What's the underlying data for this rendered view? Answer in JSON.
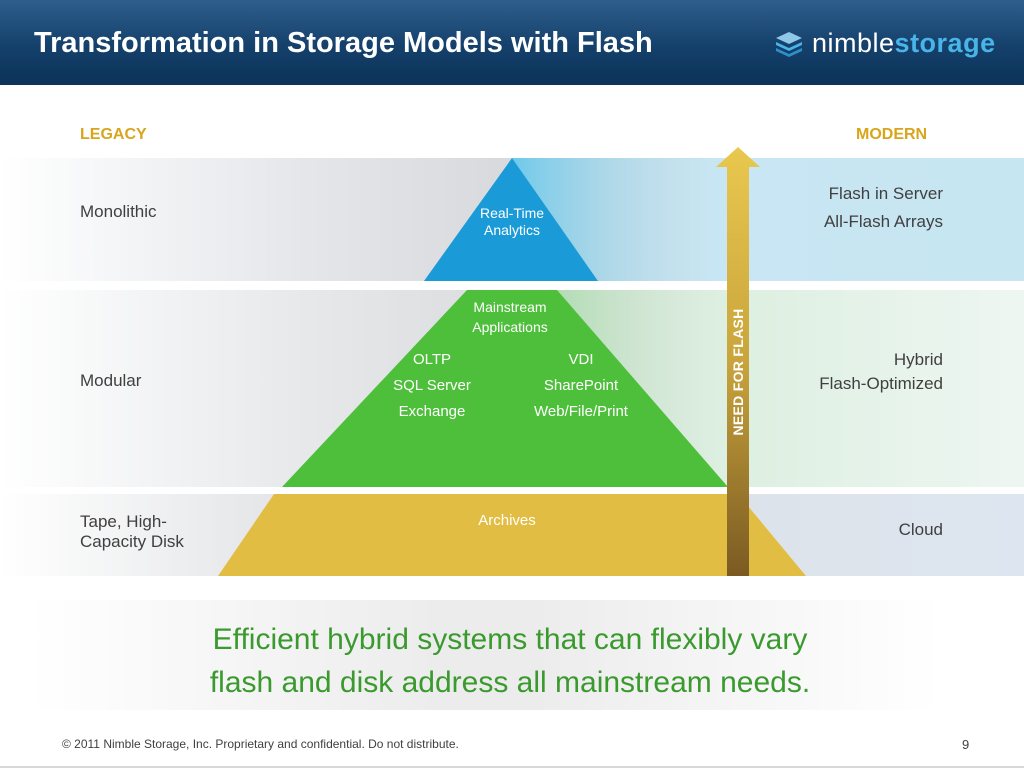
{
  "header": {
    "title": "Transformation in Storage Models with Flash",
    "logo_light": "nimble",
    "logo_strong": "storage"
  },
  "columns": {
    "left": "LEGACY",
    "right": "MODERN"
  },
  "rows": [
    {
      "left": [
        "Monolithic"
      ],
      "right": [
        "Flash in Server",
        "All-Flash Arrays"
      ]
    },
    {
      "left": [
        "Modular"
      ],
      "right": [
        "Hybrid",
        "Flash-Optimized"
      ]
    },
    {
      "left": [
        "Tape, High-",
        "Capacity Disk"
      ],
      "right": [
        "Cloud"
      ]
    }
  ],
  "pyramid": {
    "top": [
      "Real-Time",
      "Analytics"
    ],
    "middle_title": [
      "Mainstream",
      "Applications"
    ],
    "middle_left": [
      "OLTP",
      "SQL Server",
      "Exchange"
    ],
    "middle_right": [
      "VDI",
      "SharePoint",
      "Web/File/Print"
    ],
    "bottom": "Archives"
  },
  "arrow_label": "NEED FOR FLASH",
  "message": [
    "Efficient hybrid systems that can flexibly vary",
    "flash and disk address all mainstream needs."
  ],
  "footer": {
    "copyright": "© 2011  Nimble Storage, Inc. Proprietary and confidential. Do not distribute.",
    "page": "9"
  },
  "colors": {
    "header_blue": "#14406b",
    "accent_gold": "#d8a51c",
    "tier_top": "#1a9bd7",
    "tier_middle": "#4ebf3b",
    "tier_bottom": "#e2bd44",
    "message_green": "#3a9a2e"
  }
}
